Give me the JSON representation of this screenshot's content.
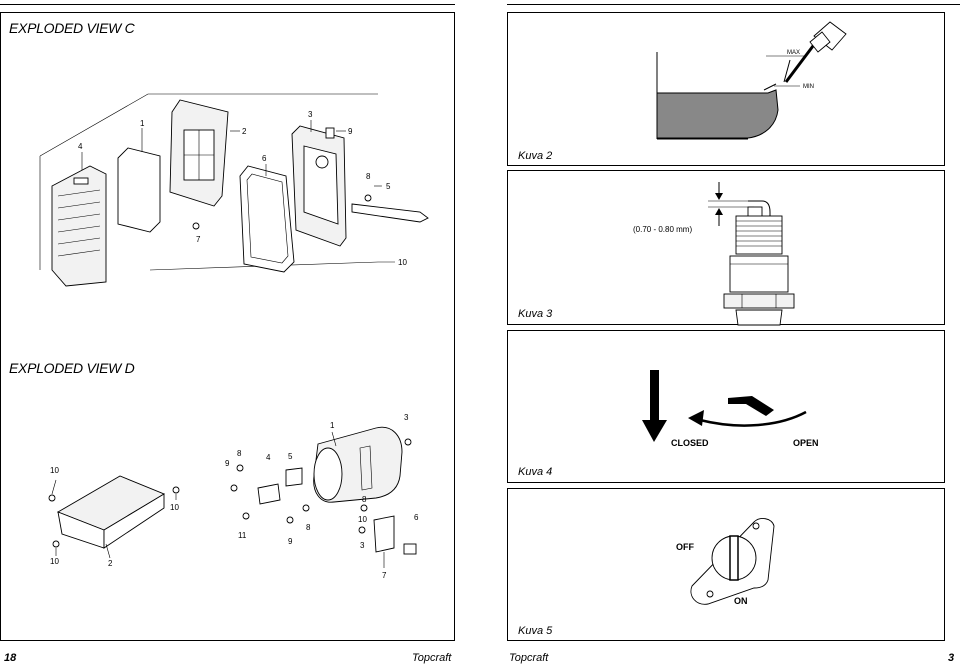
{
  "left_page": {
    "view_c_title": "EXPLODED VIEW C",
    "view_d_title": "EXPLODED VIEW D",
    "view_c_callouts": [
      "1",
      "2",
      "3",
      "4",
      "5",
      "6",
      "7",
      "8",
      "9",
      "10"
    ],
    "view_d_callouts": [
      "1",
      "2",
      "3",
      "4",
      "5",
      "6",
      "7",
      "8",
      "9",
      "10",
      "11"
    ],
    "page_number": "18",
    "brand": "Topcraft"
  },
  "right_page": {
    "kuva2": {
      "caption": "Kuva 2",
      "max_label": "MAX",
      "min_label": "MIN"
    },
    "kuva3": {
      "caption": "Kuva 3",
      "gap_label": "(0.70 - 0.80 mm)"
    },
    "kuva4": {
      "caption": "Kuva 4",
      "closed_label": "CLOSED",
      "open_label": "OPEN"
    },
    "kuva5": {
      "caption": "Kuva 5",
      "off_label": "OFF",
      "on_label": "ON"
    },
    "brand": "Topcraft",
    "page_number": "3"
  }
}
